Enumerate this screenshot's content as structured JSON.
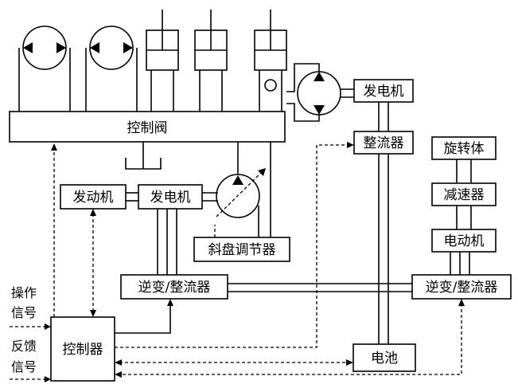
{
  "labels": {
    "control_valve": "控制阀",
    "generator_right": "发电机",
    "rectifier_top": "整流器",
    "engine": "发动机",
    "generator_left": "发电机",
    "swash_regulator": "斜盘调节器",
    "rotating_body": "旋转体",
    "reducer": "减速器",
    "electric_motor": "电动机",
    "inverter_left": "逆变/整流器",
    "inverter_right": "逆变/整流器",
    "controller": "控制器",
    "battery": "电池",
    "operation_signal_1": "操作",
    "operation_signal_2": "信号",
    "feedback_signal_1": "反馈",
    "feedback_signal_2": "信号"
  },
  "icons": {
    "pump_motor": "hydraulic-motor-icon",
    "cylinder": "hydraulic-cylinder-icon",
    "variable_pump": "variable-pump-icon",
    "accumulator_junction": "junction-circle-icon"
  }
}
